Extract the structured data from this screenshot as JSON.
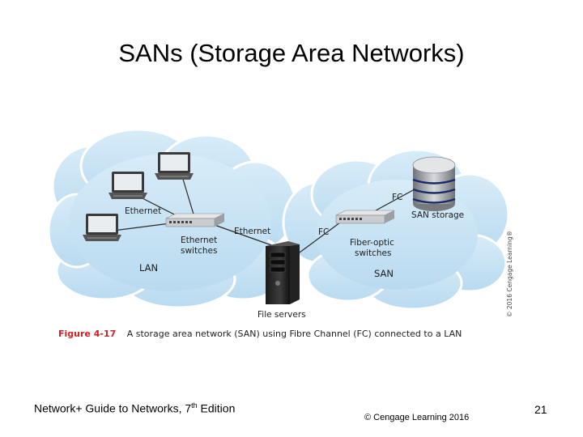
{
  "slide": {
    "title": "SANs (Storage Area Networks)"
  },
  "diagram": {
    "labels": {
      "ethernet_left": "Ethernet",
      "ethernet_right": "Ethernet",
      "ethernet_switches_1": "Ethernet",
      "ethernet_switches_2": "switches",
      "lan": "LAN",
      "file_servers": "File servers",
      "fc_top": "FC",
      "fc_left": "FC",
      "san_storage": "SAN storage",
      "fiber_switches_1": "Fiber-optic",
      "fiber_switches_2": "switches",
      "san": "SAN",
      "copyright_vertical": "© 2016 Cengage Learning®"
    },
    "caption": {
      "figure": "Figure 4-17",
      "text": "A storage area network (SAN) using Fibre Channel (FC) connected to a LAN"
    },
    "colors": {
      "cloud": "#c9e3f3",
      "cloud_edge": "#ffffff",
      "figure_label": "#cc2222"
    }
  },
  "footer": {
    "left_main": "Network+ Guide to Networks, 7",
    "left_sup": "th",
    "left_end": " Edition",
    "center": "© Cengage Learning 2016",
    "page": "21"
  }
}
